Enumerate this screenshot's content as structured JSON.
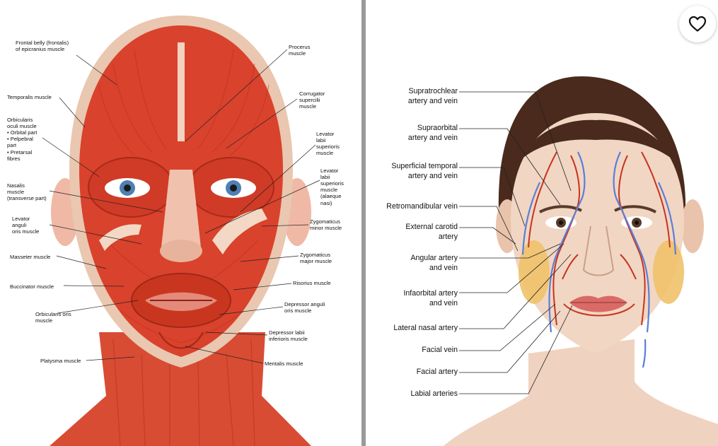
{
  "left_figure": {
    "labels": [
      "Frontal belly (frontalis)\nof epicranius muscle",
      "Procerus\nmuscle",
      "Temporalis muscle",
      "Corrugator\nsupercilii\nmuscle",
      "Orbicularis\noculi muscle\n• Orbital part\n• Pelpebral\npart\n• Pretarsal\nfibres",
      "Levator\nlabii\nsuperioris\nmuscle",
      "Levator\nlabii\nsuperioris\nmuscle\n(alaeque\nnasi)",
      "Nasalis\nmuscle\n(transverse part)",
      "Levator\nanguli\noris muscle",
      "Zygomaticus\nminor muscle",
      "Masseter muscle",
      "Zygomaticus\nmajor muscle",
      "Buccinator muscle",
      "Risorius muscle",
      "Depressor anguli\noris muscle",
      "Orbicularis oris\nmuscle",
      "Depressor labii\ninferioris muscle",
      "Platysma muscle",
      "Mentalis muscle"
    ]
  },
  "right_figure": {
    "labels": [
      "Supratrochlear\nartery and vein",
      "Supraorbital\nartery and vein",
      "Superficial temporal\nartery and vein",
      "Retromandibular vein",
      "External carotid\nartery",
      "Angular artery\nand vein",
      "Infaorbital artery\nand vein",
      "Lateral nasal artery",
      "Facial vein",
      "Facial artery",
      "Labial arteries"
    ]
  },
  "favorite_button": {
    "icon": "heart-outline-icon"
  },
  "colors": {
    "muscle": "#d9422c",
    "artery": "#c8331f",
    "vein": "#5b7fd6",
    "skin": "#f2d6c4",
    "hair": "#4a2a1c"
  }
}
